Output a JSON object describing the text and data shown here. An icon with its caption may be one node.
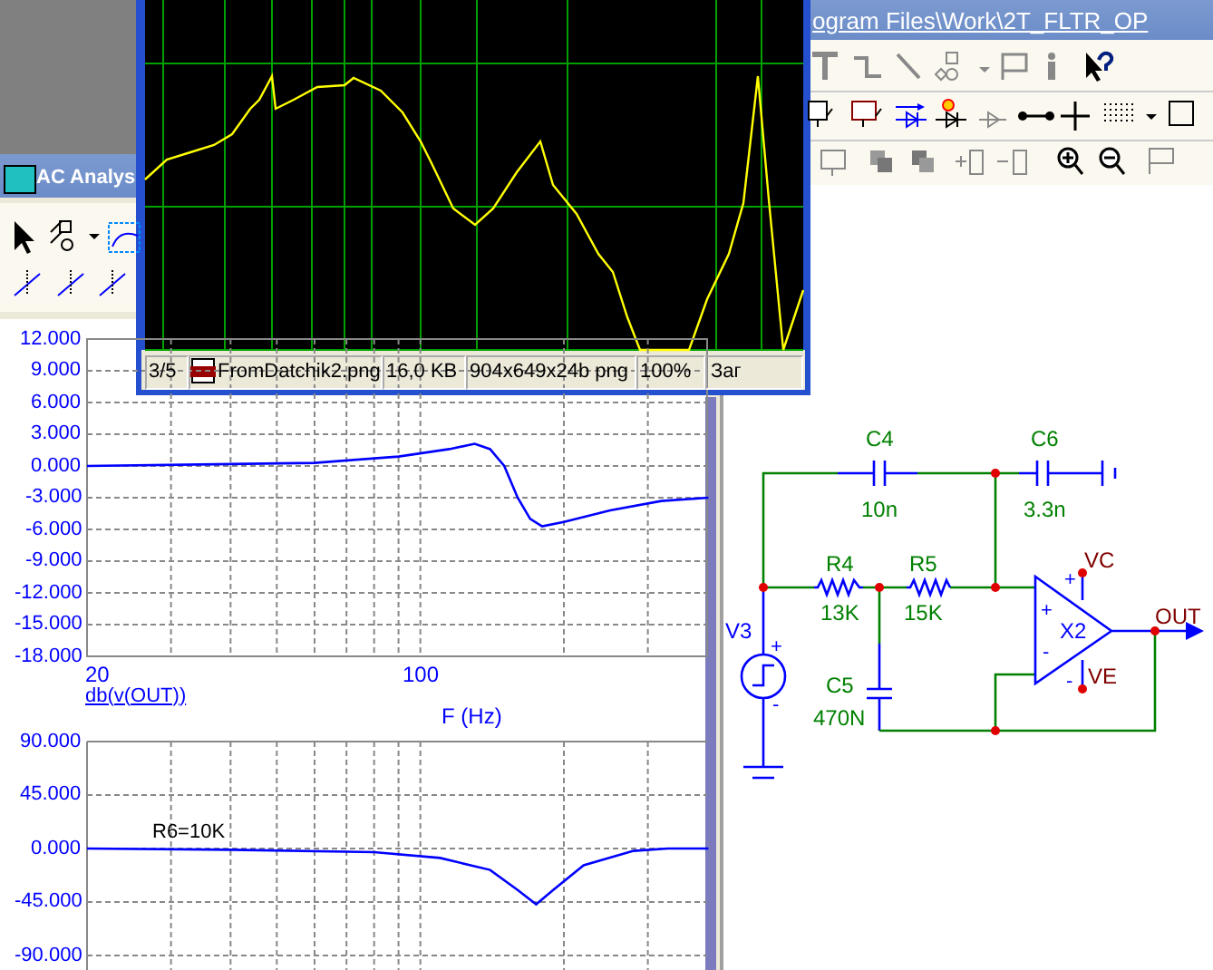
{
  "diagram": {
    "labels": [
      "ogram Files\\Work\\2T_FLTR_OP",
      "AC Analys",
      "3/5",
      "FromDatchik2.png",
      "16,0 KB",
      "904x649x24b png",
      "100%",
      "Заг",
      "12.000",
      "9.000",
      "6.000",
      "3.000",
      "0.000",
      "-3.000",
      "-6.000",
      "-9.000",
      "-12.000",
      "-15.000",
      "-18.000",
      "20",
      "100",
      "db(v(OUT))",
      "F (Hz)",
      "90.000",
      "45.000",
      "0.000",
      "-45.000",
      "-90.000",
      "R6=10K",
      "C4",
      "10n",
      "C6",
      "3.3n",
      "R4",
      "13K",
      "R5",
      "15K",
      "VC",
      "+",
      "+",
      "V3",
      "X2",
      "OUT",
      "+",
      "-",
      "-",
      "C5",
      "470N",
      "VE",
      "-"
    ]
  }
}
